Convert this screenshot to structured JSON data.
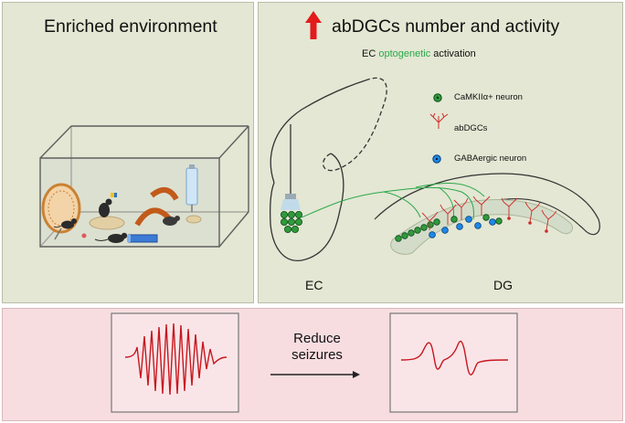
{
  "left_panel": {
    "title": "Enriched environment"
  },
  "right_panel": {
    "title": "abDGCs number and activity",
    "subtitle_prefix": "EC ",
    "subtitle_highlight": "optogenetic",
    "subtitle_suffix": " activation",
    "legend": [
      {
        "label": "CaMKIIα+ neuron",
        "icon": "green-neuron-icon"
      },
      {
        "label": "abDGCs",
        "icon": "red-dendrite-icon"
      },
      {
        "label": "GABAergic neuron",
        "icon": "blue-neuron-icon"
      }
    ],
    "region_ec": "EC",
    "region_dg": "DG"
  },
  "bottom_panel": {
    "arrow_text": "Reduce seizures"
  },
  "colors": {
    "panel_bg": "#e3e7d3",
    "bottom_bg": "#f7dde0",
    "up_arrow": "#e31b1b",
    "camk": "#2f9a3c",
    "gaba": "#1e88e5",
    "abdgc": "#d02a2a",
    "trace": "#c8171e"
  }
}
